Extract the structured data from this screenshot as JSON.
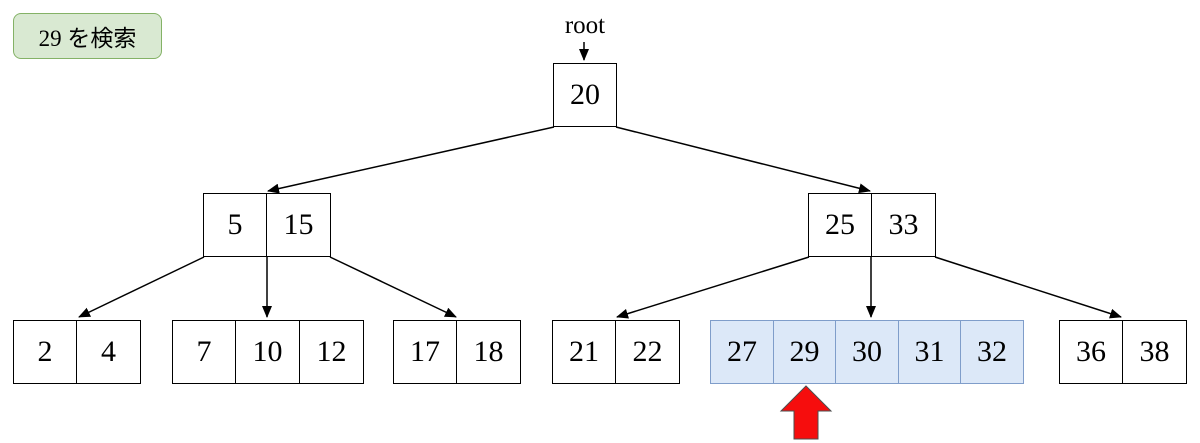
{
  "caption": {
    "text": "29 を検索"
  },
  "tree": {
    "root_label": "root",
    "found_key": "29",
    "nodes": [
      {
        "id": "root",
        "keys": [
          "20"
        ]
      },
      {
        "id": "internal-left",
        "keys": [
          "5",
          "15"
        ]
      },
      {
        "id": "internal-right",
        "keys": [
          "25",
          "33"
        ]
      },
      {
        "id": "leaf-1",
        "keys": [
          "2",
          "4"
        ]
      },
      {
        "id": "leaf-2",
        "keys": [
          "7",
          "10",
          "12"
        ]
      },
      {
        "id": "leaf-3",
        "keys": [
          "17",
          "18"
        ]
      },
      {
        "id": "leaf-4",
        "keys": [
          "21",
          "22"
        ]
      },
      {
        "id": "leaf-5",
        "keys": [
          "27",
          "29",
          "30",
          "31",
          "32"
        ],
        "highlighted": true
      },
      {
        "id": "leaf-6",
        "keys": [
          "36",
          "38"
        ]
      }
    ]
  },
  "colors": {
    "caption_fill": "#d9e9d2",
    "caption_border": "#84b266",
    "highlight_fill": "#dce8f8",
    "highlight_border": "#7f9dca",
    "found_arrow_red": "#f60d0d",
    "node_border": "#000000"
  }
}
